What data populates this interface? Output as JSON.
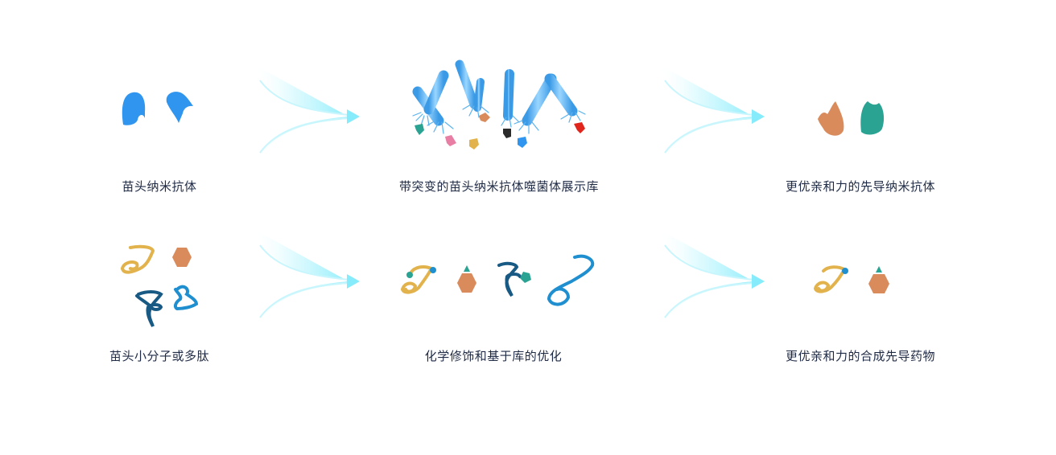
{
  "colors": {
    "nanobody_blue": "#2f95ee",
    "orange": "#d98b5c",
    "teal": "#2aa392",
    "gold": "#e2b34c",
    "navy": "#195a84",
    "sky": "#1f8fd0",
    "arrow_cyan": "#86ecfb",
    "text": "#1f2a44"
  },
  "rows": [
    {
      "steps": [
        {
          "label": "苗头纳米抗体",
          "icon": "nanobody-pair-icon"
        },
        {
          "label": "带突变的苗头纳米抗体噬菌体展示库",
          "icon": "phage-display-library-icon"
        },
        {
          "label": "更优亲和力的先导纳米抗体",
          "icon": "lead-nanobody-pair-icon"
        }
      ]
    },
    {
      "steps": [
        {
          "label": "苗头小分子或多肽",
          "icon": "small-molecule-peptide-icon"
        },
        {
          "label": "化学修饰和基于库的优化",
          "icon": "chemical-modification-icon"
        },
        {
          "label": "更优亲和力的合成先导药物",
          "icon": "synthetic-lead-drug-icon"
        }
      ]
    }
  ]
}
